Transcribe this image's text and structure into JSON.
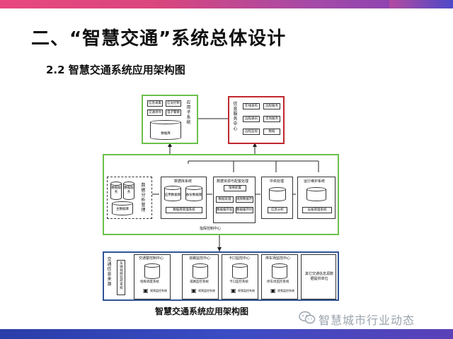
{
  "colors": {
    "top_bar": "#e8487f",
    "bottom_bar": "#3b4cc4",
    "green_border": "#6cc04a",
    "red_border": "#c0272d",
    "blue_border": "#2f5597",
    "watermark": "#9aa3ad"
  },
  "slide": {
    "title": "二、“智慧交通”系统总体设计",
    "subtitle": "2.2 智慧交通系统应用架构图"
  },
  "diagram": {
    "caption": "智慧交通系统应用架构图",
    "app_subsystem": {
      "buttons": [
        "信息采集",
        "信号控制",
        "交通诱导",
        "电子警察"
      ],
      "db_label": "数据库",
      "vertical_label": "应用子系统"
    },
    "info_center": {
      "vertical_label": "信息服务中心",
      "buttons": [
        "在线发布",
        "远程服务",
        "远程通讯",
        "咨询服务",
        "远程监视",
        "数据"
      ]
    },
    "command_center": {
      "label": "指挥控制中心",
      "left_block": {
        "db_a": "数据服务",
        "db_b": "数据服务",
        "db_c": "主数据库",
        "vertical": "数据分析管理"
      },
      "db_system": {
        "title": "数据库系统",
        "db_a": "应用数据库",
        "db_b": "备份数据库",
        "bar": "数据库管理系统"
      },
      "integration": {
        "title": "数据资源与配置处理",
        "top": "策略配置",
        "cells": [
          "数据处理",
          "视频数据存储",
          "数据缓存处理",
          "数据缓存控制"
        ]
      },
      "center": {
        "title": "中央处理",
        "bar": "信息分析"
      },
      "ops": {
        "title": "运行维护系统",
        "bar": "设备管理系统"
      }
    },
    "sources": {
      "vertical_label": "交通信息来源",
      "mini_vertical": "车辆视频监控系统",
      "centers": [
        {
          "title": "交通警控制中心",
          "db": "指挥调度系统"
        },
        {
          "title": "道路监控中心",
          "db": "道路监控系统"
        },
        {
          "title": "卡口监控中心",
          "db": "卡口监控系统"
        },
        {
          "title": "停车场监控中心",
          "db": "停车场监控系统"
        }
      ],
      "camera_label": "视频监控系统",
      "other": "其它交通信息源数据提供单位"
    }
  },
  "watermark": {
    "text": "智慧城市行业动态"
  }
}
